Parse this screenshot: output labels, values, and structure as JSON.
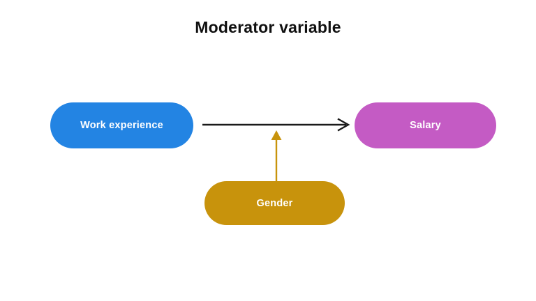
{
  "diagram": {
    "title": "Moderator variable",
    "background_color": "#ffffff",
    "nodes": [
      {
        "id": "predictor",
        "label": "Work experience",
        "role": "independent-variable",
        "fill_color": "#2384e3",
        "text_color": "#ffffff",
        "shape": "rounded-pill"
      },
      {
        "id": "outcome",
        "label": "Salary",
        "role": "dependent-variable",
        "fill_color": "#c45bc4",
        "text_color": "#ffffff",
        "shape": "rounded-pill"
      },
      {
        "id": "moderator",
        "label": "Gender",
        "role": "moderator-variable",
        "fill_color": "#c8930c",
        "text_color": "#ffffff",
        "shape": "rounded-pill"
      }
    ],
    "arrows": [
      {
        "id": "main-effect",
        "from": "predictor",
        "to": "outcome",
        "color": "#1a1a1a",
        "style": "straight-horizontal",
        "head": "open-v"
      },
      {
        "id": "moderation-effect",
        "from": "moderator",
        "to": "main-effect",
        "color": "#c8930c",
        "style": "straight-vertical",
        "head": "solid-triangle"
      }
    ]
  }
}
